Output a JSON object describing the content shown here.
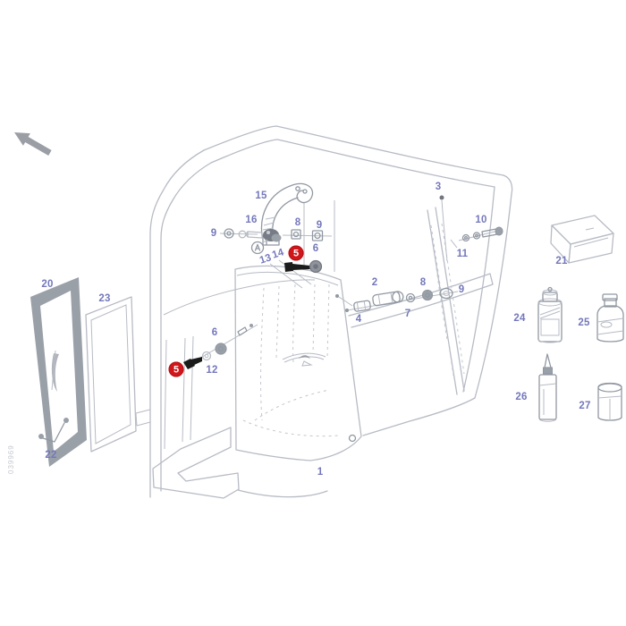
{
  "figure": {
    "kind": "exploded-parts-diagram",
    "subject": "cab door window assembly",
    "watermark": "039969",
    "colors": {
      "background": "#ffffff",
      "line": "#b7bbc4",
      "line_dark": "#9198a2",
      "label": "#7478bb",
      "badge_background": "#d1161b",
      "badge_text": "#ffffff",
      "highlight_part": "#1b1b1b",
      "seal_fill": "#9aa0a8",
      "arrow_fill": "#9b9ea5"
    },
    "badges": [
      {
        "text": "5"
      },
      {
        "text": "5"
      }
    ],
    "callouts": [
      {
        "text": "1"
      },
      {
        "text": "2"
      },
      {
        "text": "3"
      },
      {
        "text": "4"
      },
      {
        "text": "6"
      },
      {
        "text": "6"
      },
      {
        "text": "7"
      },
      {
        "text": "8"
      },
      {
        "text": "8"
      },
      {
        "text": "9"
      },
      {
        "text": "9"
      },
      {
        "text": "9"
      },
      {
        "text": "10"
      },
      {
        "text": "11"
      },
      {
        "text": "12"
      },
      {
        "text": "13"
      },
      {
        "text": "14"
      },
      {
        "text": "15"
      },
      {
        "text": "16"
      },
      {
        "text": "20"
      },
      {
        "text": "21"
      },
      {
        "text": "22"
      },
      {
        "text": "23"
      },
      {
        "text": "24"
      },
      {
        "text": "25"
      },
      {
        "text": "26"
      },
      {
        "text": "27"
      }
    ]
  }
}
